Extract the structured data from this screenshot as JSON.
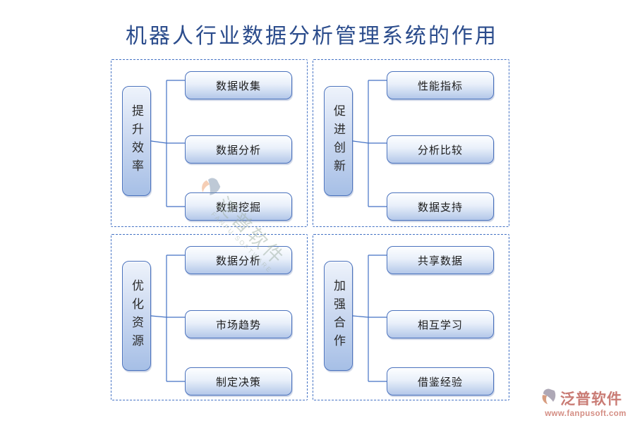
{
  "title": "机器人行业数据分析管理系统的作用",
  "panels": [
    {
      "category": "提升效率",
      "items": [
        "数据收集",
        "数据分析",
        "数据挖掘"
      ]
    },
    {
      "category": "促进创新",
      "items": [
        "性能指标",
        "分析比较",
        "数据支持"
      ]
    },
    {
      "category": "优化资源",
      "items": [
        "数据分析",
        "市场趋势",
        "制定决策"
      ]
    },
    {
      "category": "加强合作",
      "items": [
        "共享数据",
        "相互学习",
        "借鉴经验"
      ]
    }
  ],
  "watermark": {
    "text": "泛普软件",
    "subtext": "FANPU SOFTWARE"
  },
  "footer": {
    "brand": "泛普软件",
    "url": "www.fanpusoft.com"
  },
  "colors": {
    "accent_blue": "#4472C4",
    "title_blue": "#2B4C8C",
    "box_fill_bottom": "#B3C7E9",
    "brand_red": "#C0655C"
  }
}
